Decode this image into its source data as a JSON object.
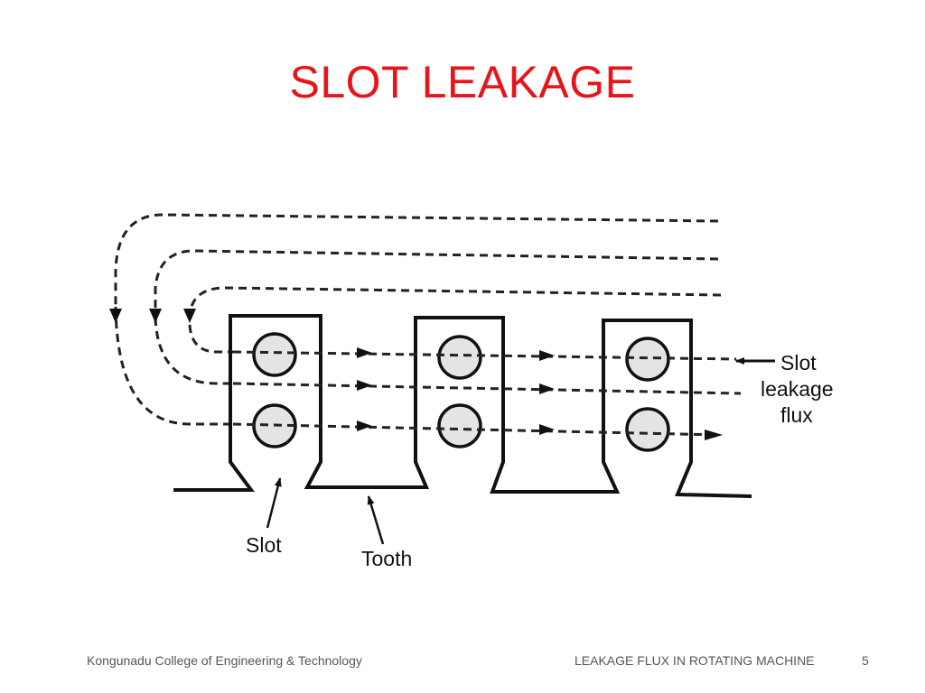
{
  "slide": {
    "title": "SLOT LEAKAGE"
  },
  "diagram": {
    "labels": {
      "slot": "Slot",
      "tooth": "Tooth",
      "flux_line1": "Slot",
      "flux_line2": "leakage",
      "flux_line3": "flux"
    }
  },
  "footer": {
    "left": "Kongunadu College of Engineering & Technology",
    "center": "LEAKAGE FLUX IN ROTATING MACHINE",
    "page_number": "5"
  },
  "colors": {
    "title": "#e8141b",
    "footer": "#555555",
    "line": "#111111",
    "conductor_fill": "#e4e4e4"
  }
}
